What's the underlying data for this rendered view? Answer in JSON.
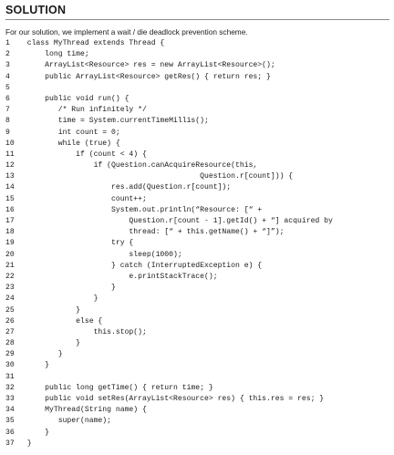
{
  "heading": "SOLUTION",
  "intro": "For our solution, we implement a wait / die deadlock prevention scheme.",
  "code_lines": [
    {
      "n": "1",
      "t": "  class MyThread extends Thread {"
    },
    {
      "n": "2",
      "t": "      long time;"
    },
    {
      "n": "3",
      "t": "      ArrayList<Resource> res = new ArrayList<Resource>();"
    },
    {
      "n": "4",
      "t": "      public ArrayList<Resource> getRes() { return res; }"
    },
    {
      "n": "5",
      "t": ""
    },
    {
      "n": "6",
      "t": "      public void run() {"
    },
    {
      "n": "7",
      "t": "         /* Run infinitely */"
    },
    {
      "n": "8",
      "t": "         time = System.currentTimeMillis();"
    },
    {
      "n": "9",
      "t": "         int count = 0;"
    },
    {
      "n": "10",
      "t": "         while (true) {"
    },
    {
      "n": "11",
      "t": "             if (count < 4) {"
    },
    {
      "n": "12",
      "t": "                 if (Question.canAcquireResource(this,"
    },
    {
      "n": "13",
      "t": "                                         Question.r[count])) {"
    },
    {
      "n": "14",
      "t": "                     res.add(Question.r[count]);"
    },
    {
      "n": "15",
      "t": "                     count++;"
    },
    {
      "n": "16",
      "t": "                     System.out.println(“Resource: [“ +"
    },
    {
      "n": "17",
      "t": "                         Question.r[count - 1].getId() + “] acquired by"
    },
    {
      "n": "18",
      "t": "                         thread: [“ + this.getName() + “]”);"
    },
    {
      "n": "19",
      "t": "                     try {"
    },
    {
      "n": "20",
      "t": "                         sleep(1000);"
    },
    {
      "n": "21",
      "t": "                     } catch (InterruptedException e) {"
    },
    {
      "n": "22",
      "t": "                         e.printStackTrace();"
    },
    {
      "n": "23",
      "t": "                     }"
    },
    {
      "n": "24",
      "t": "                 }"
    },
    {
      "n": "25",
      "t": "             }"
    },
    {
      "n": "26",
      "t": "             else {"
    },
    {
      "n": "27",
      "t": "                 this.stop();"
    },
    {
      "n": "28",
      "t": "             }"
    },
    {
      "n": "29",
      "t": "         }"
    },
    {
      "n": "30",
      "t": "      }"
    },
    {
      "n": "31",
      "t": ""
    },
    {
      "n": "32",
      "t": "      public long getTime() { return time; }"
    },
    {
      "n": "33",
      "t": "      public void setRes(ArrayList<Resource> res) { this.res = res; }"
    },
    {
      "n": "34",
      "t": "      MyThread(String name) {"
    },
    {
      "n": "35",
      "t": "         super(name);"
    },
    {
      "n": "36",
      "t": "      }"
    },
    {
      "n": "37",
      "t": "  }"
    }
  ]
}
